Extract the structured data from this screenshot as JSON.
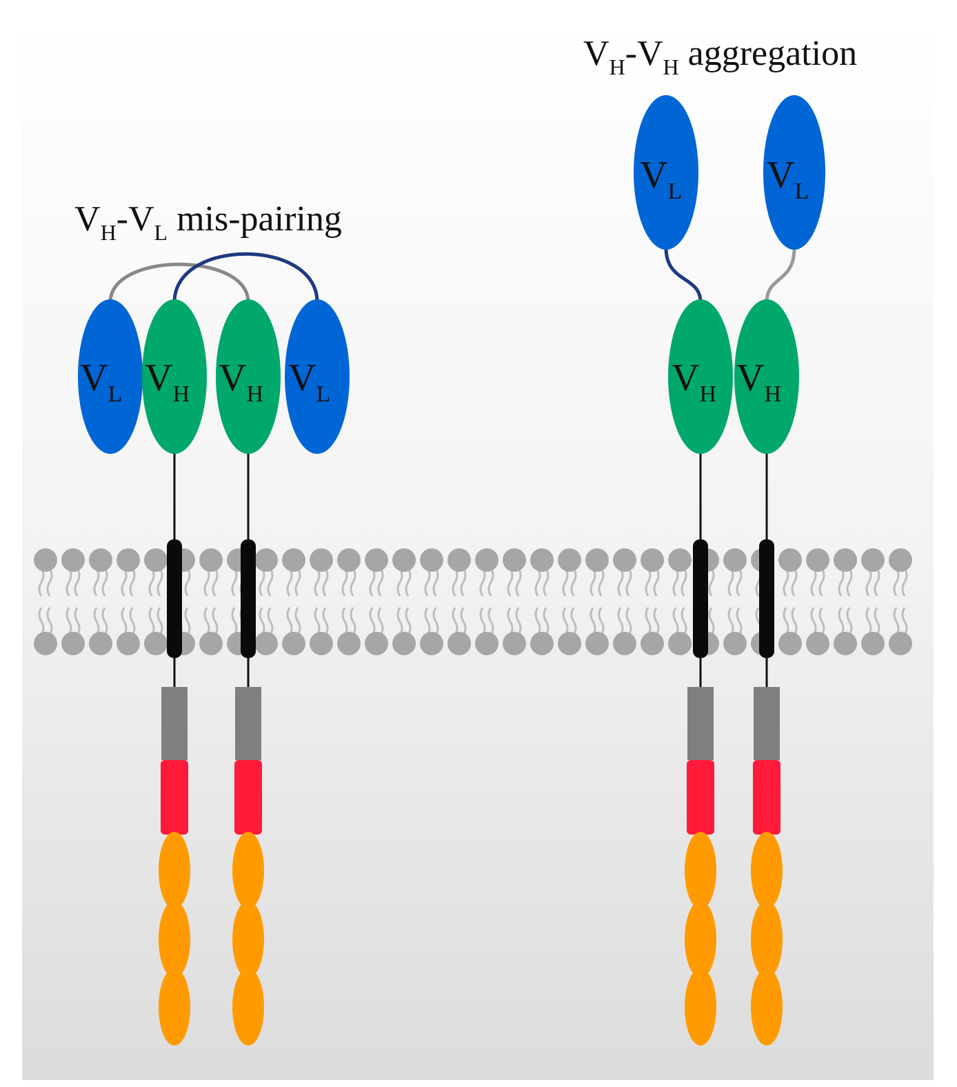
{
  "titles": {
    "left": {
      "main1": "V",
      "sub1": "H",
      "mid": "-V",
      "sub2": "L",
      "rest": " mis-pairing"
    },
    "right": {
      "main1": "V",
      "sub1": "H",
      "mid": "-V",
      "sub2": "H",
      "rest": " aggregation"
    }
  },
  "domains": {
    "vl": {
      "main": "V",
      "sub": "L"
    },
    "vh": {
      "main": "V",
      "sub": "H"
    }
  },
  "colors": {
    "vl": "#0066d6",
    "vh": "#00a86b",
    "linker_gray": "#888888",
    "linker_navy": "#1f3a80",
    "transmembrane": "#0a0a0a",
    "membrane_head": "#a6a6a6",
    "hinge_gray": "#7f7f7f",
    "costim_red": "#ff1a3a",
    "signaling_orange": "#ff9b00"
  }
}
